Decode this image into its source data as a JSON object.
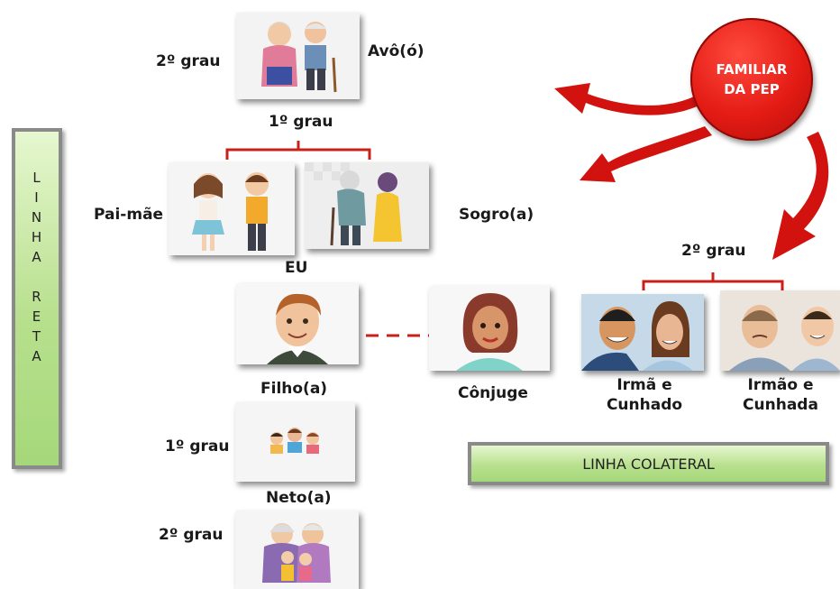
{
  "labels": {
    "avo_grau": "2º grau",
    "avo": "Avô(ó)",
    "pai_grau": "1º grau",
    "pai_mae": "Pai-mãe",
    "sogro": "Sogro(a)",
    "eu": "EU",
    "filho": "Filho(a)",
    "conjuge": "Cônjuge",
    "irmaos_grau": "2º grau",
    "irma_cunhado": [
      "Irmã e",
      "Cunhado"
    ],
    "irmao_cunhada": [
      "Irmão e",
      "Cunhada"
    ],
    "neto_grau": "1º grau",
    "neto": "Neto(a)",
    "bisneto_grau": "2º grau"
  },
  "bubble": {
    "line1": "FAMILIAR",
    "line2": "DA PEP"
  },
  "linha_reta": [
    "L",
    "I",
    "N",
    "H",
    "A",
    "",
    "R",
    "E",
    "T",
    "A"
  ],
  "linha_colateral": "LINHA COLATERAL",
  "colors": {
    "bubble_red": "#e31b14",
    "arrow_red": "#d1120e",
    "bracket_red": "#c8201a",
    "box_green": "#b8e08e"
  }
}
